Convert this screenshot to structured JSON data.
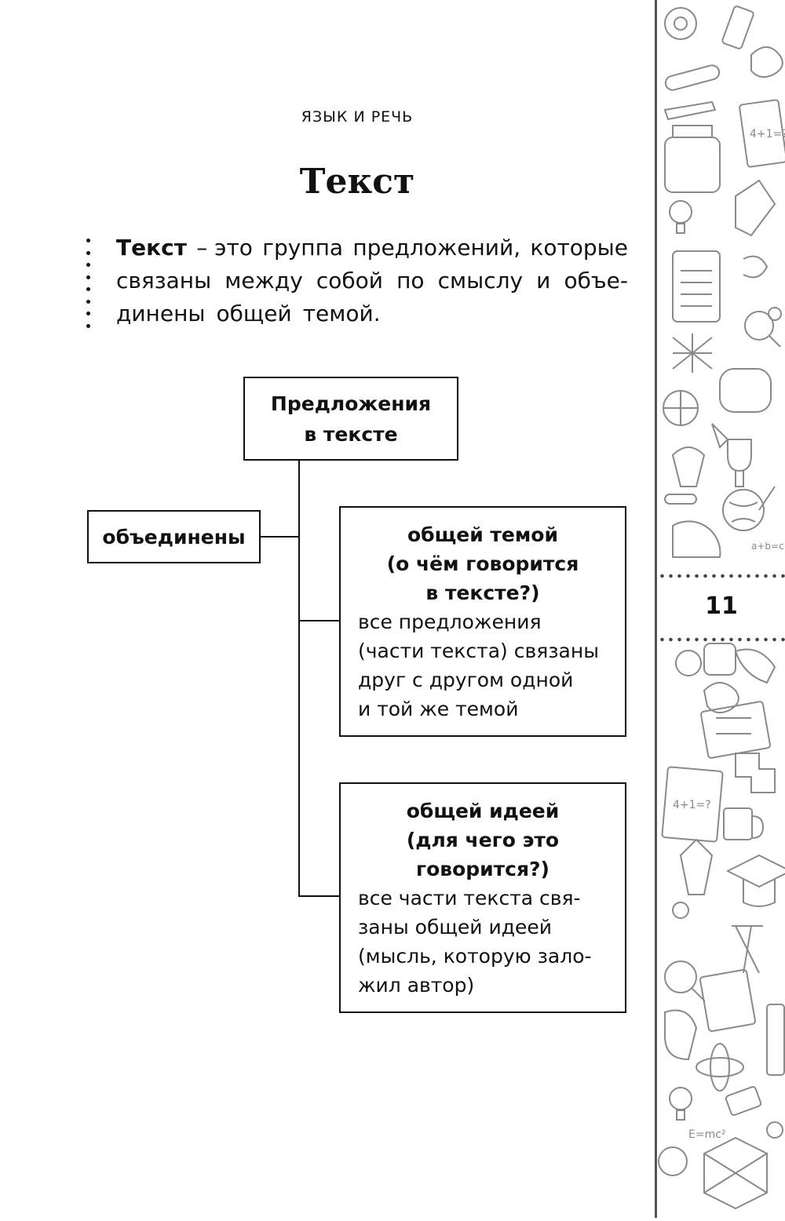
{
  "header": {
    "section": "ЯЗЫК И РЕЧЬ",
    "title": "Текст"
  },
  "definition": {
    "term": "Текст",
    "line1_words": [
      "– это",
      "группа",
      "предложений,",
      "которые"
    ],
    "line2_words": [
      "связаны",
      "между",
      "собой",
      "по",
      "смыслу",
      "и",
      "объе-"
    ],
    "line3_words": [
      "динены",
      "общей",
      "темой."
    ]
  },
  "diagram": {
    "top_box": {
      "line1": "Предложения",
      "line2": "в тексте"
    },
    "left_box": "объединены",
    "box1": {
      "heading": [
        "общей темой",
        "(о чём говорится",
        "в тексте?)"
      ],
      "body": [
        "все предложения",
        "(части текста) связаны",
        "друг с другом одной",
        "и той же темой"
      ]
    },
    "box2": {
      "heading": [
        "общей идеей",
        "(для чего это",
        "говорится?)"
      ],
      "body": [
        "все части текста свя-",
        "заны общей идеей",
        "(мысль, которую зало-",
        "жил автор)"
      ]
    }
  },
  "page_number": "11",
  "decoration": {
    "sidebar_doodles": "school-doodle-pattern",
    "sidebar_border_color": "#555555"
  }
}
